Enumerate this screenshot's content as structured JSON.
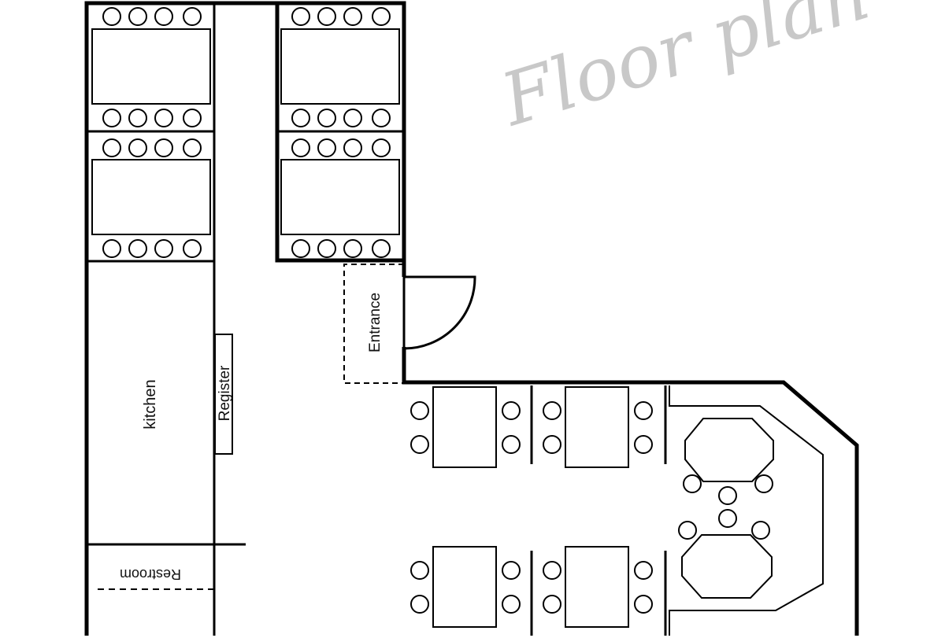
{
  "title": "Floor plan",
  "labels": {
    "kitchen": "kitchen",
    "register": "Register",
    "restroom": "Restroom",
    "entrance": "Entrance"
  },
  "colors": {
    "wall": "#000000",
    "title": "#c8c8c8",
    "background": "#ffffff"
  }
}
